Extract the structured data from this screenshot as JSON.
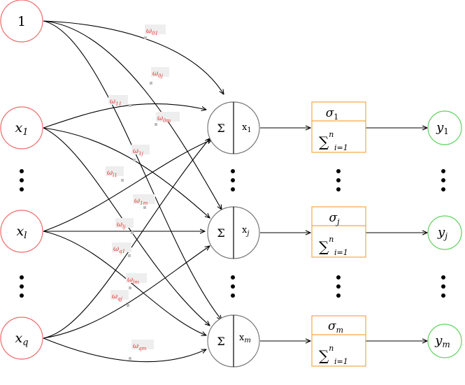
{
  "colors": {
    "input_stroke": "#ef6b6b",
    "neuron_stroke": "#777777",
    "box_stroke": "#f5a742",
    "output_stroke": "#5fd35f",
    "weight_text": "#e53935",
    "weight_bg": "#eeeeee"
  },
  "inputs": [
    {
      "id": "bias",
      "base": "1",
      "sub": ""
    },
    {
      "id": "x1",
      "base": "x",
      "sub": "1"
    },
    {
      "id": "xl",
      "base": "x",
      "sub": "l"
    },
    {
      "id": "xq",
      "base": "x",
      "sub": "q"
    }
  ],
  "neurons": [
    {
      "id": "n1",
      "sum_symbol": "Σ",
      "x_base": "x",
      "x_sub": "1"
    },
    {
      "id": "nj",
      "sum_symbol": "Σ",
      "x_base": "x",
      "x_sub": "j"
    },
    {
      "id": "nm",
      "sum_symbol": "Σ",
      "x_base": "x",
      "x_sub": "m"
    }
  ],
  "activations": [
    {
      "id": "a1",
      "sigma": "σ",
      "sigma_sub": "1",
      "sum": "∑",
      "sum_sup": "n",
      "sum_sub": "i=1"
    },
    {
      "id": "aj",
      "sigma": "σ",
      "sigma_sub": "j",
      "sum": "∑",
      "sum_sup": "n",
      "sum_sub": "i=1"
    },
    {
      "id": "am",
      "sigma": "σ",
      "sigma_sub": "m",
      "sum": "∑",
      "sum_sup": "n",
      "sum_sub": "i=1"
    }
  ],
  "outputs": [
    {
      "id": "y1",
      "base": "y",
      "sub": "1"
    },
    {
      "id": "yj",
      "base": "y",
      "sub": "j"
    },
    {
      "id": "ym",
      "base": "y",
      "sub": "m"
    }
  ],
  "weights": [
    {
      "from": "bias",
      "to": "n1",
      "base": "ω",
      "sub": "01"
    },
    {
      "from": "bias",
      "to": "nj",
      "base": "ω",
      "sub": "0j"
    },
    {
      "from": "bias",
      "to": "nm",
      "base": "ω",
      "sub": "0m"
    },
    {
      "from": "x1",
      "to": "n1",
      "base": "ω",
      "sub": "11"
    },
    {
      "from": "xl",
      "to": "n1",
      "base": "ω",
      "sub": "l1"
    },
    {
      "from": "xl",
      "to": "nj",
      "base": "ω",
      "sub": "lj"
    },
    {
      "from": "xl",
      "to": "nm",
      "base": "ω",
      "sub": "lm"
    },
    {
      "from": "x1",
      "to": "nj",
      "base": "ω",
      "sub": "1j"
    },
    {
      "from": "x1",
      "to": "nm",
      "base": "ω",
      "sub": "1m"
    },
    {
      "from": "xq",
      "to": "n1",
      "base": "ω",
      "sub": "q1"
    },
    {
      "from": "xq",
      "to": "nj",
      "base": "ω",
      "sub": "qj"
    },
    {
      "from": "xq",
      "to": "nm",
      "base": "ω",
      "sub": "qm"
    }
  ]
}
